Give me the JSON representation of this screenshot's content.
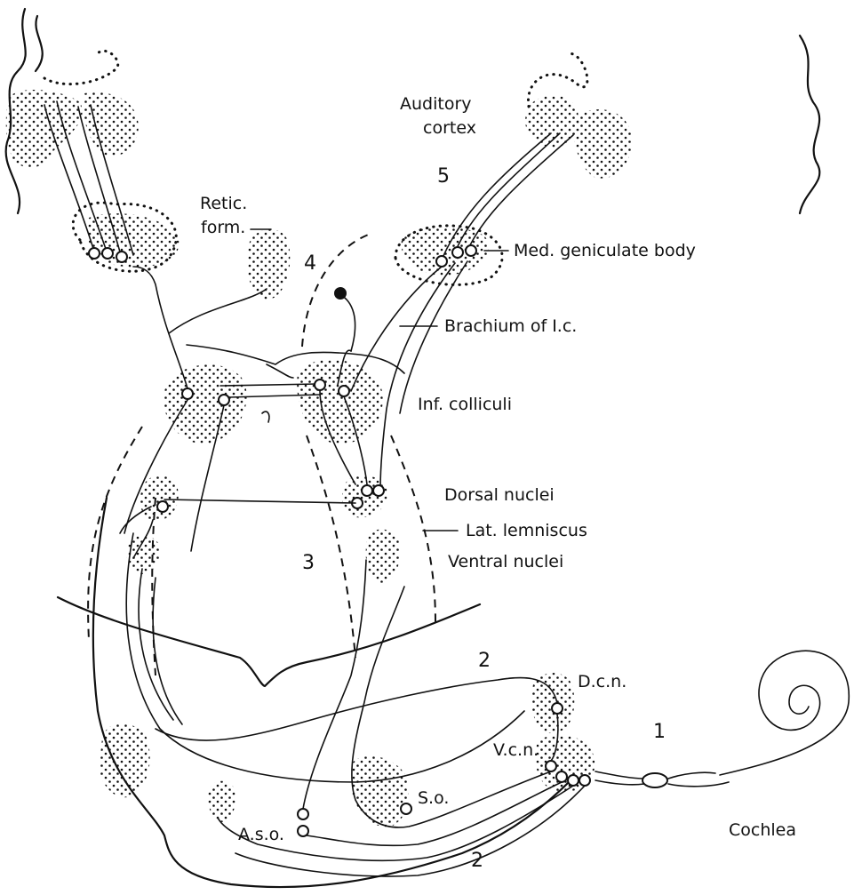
{
  "labels": {
    "auditory_cortex_line1": "Auditory",
    "auditory_cortex_line2": "cortex",
    "retic_line1": "Retic.",
    "retic_line2": "form.",
    "med_geniculate": "Med. geniculate body",
    "brachium": "Brachium of I.c.",
    "inf_colliculi": "Inf. colliculi",
    "dorsal_nuclei": "Dorsal nuclei",
    "lat_lemniscus": "Lat. lemniscus",
    "ventral_nuclei": "Ventral nuclei",
    "dcn": "D.c.n.",
    "vcn": "V.c.n.",
    "so": "S.o.",
    "aso": "A.s.o.",
    "cochlea": "Cochlea"
  },
  "numbers": {
    "n1": "1",
    "n2_upper": "2",
    "n2_lower": "2",
    "n3": "3",
    "n4": "4",
    "n5": "5"
  }
}
